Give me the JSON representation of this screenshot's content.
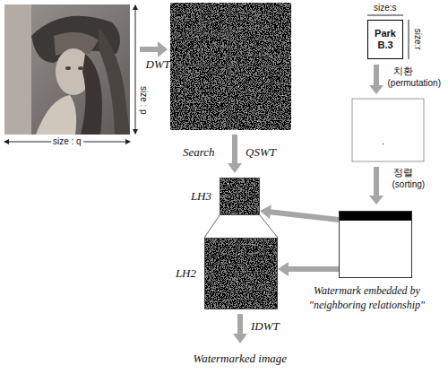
{
  "diagram": {
    "nodes": [
      {
        "text": [
          "Park B.3"
        ]
      },
      {
        "text": [
          "LH3"
        ]
      },
      {
        "text": [
          "Watermark embedded by \"neighboring relationship\""
        ]
      },
      {
        "text": [
          "LH2"
        ]
      }
    ],
    "edges": [
      {
        "from": 2,
        "to": 1,
        "arrow": "to"
      },
      {
        "from": 2,
        "to": 3,
        "arrow": "to"
      }
    ],
    "labels": [
      "size : p",
      "size : q",
      "DWT",
      "size:s",
      "size:r",
      "치환",
      "(permutation)",
      "정렬",
      "(sorting)",
      "Search",
      "QSWT",
      "IDWT",
      "Watermarked image"
    ]
  }
}
